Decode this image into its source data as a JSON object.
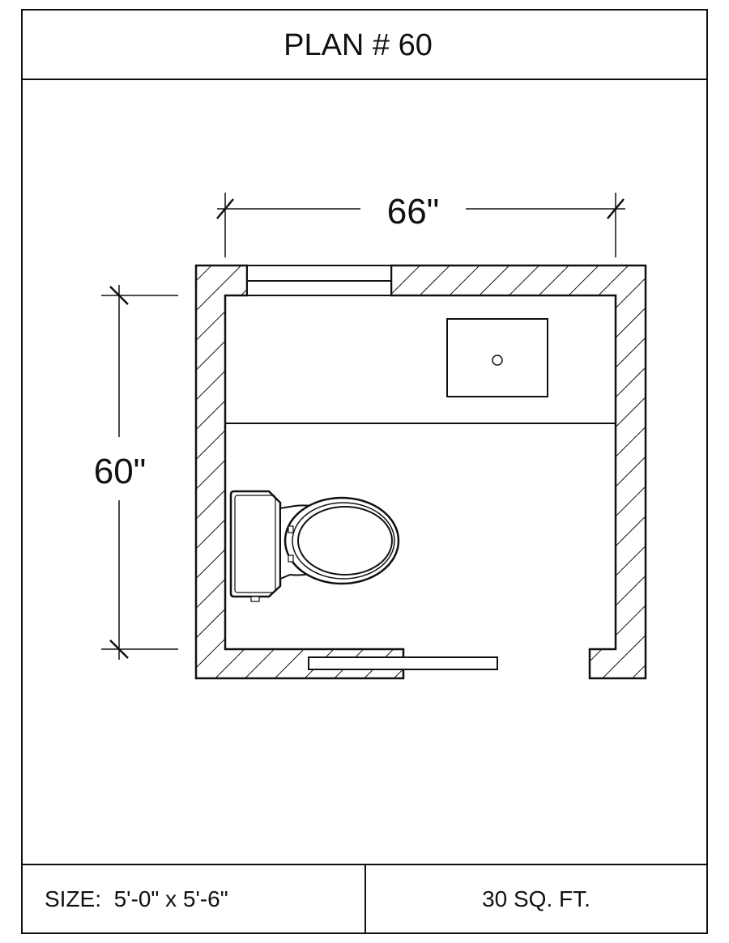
{
  "title": "PLAN # 60",
  "dimensions": {
    "width_label": "66\"",
    "height_label": "60\""
  },
  "footer": {
    "size_label": "SIZE:  5'-0\" x 5'-6\"",
    "area_label": "30 SQ. FT."
  },
  "colors": {
    "line": "#111111",
    "background": "#ffffff"
  }
}
